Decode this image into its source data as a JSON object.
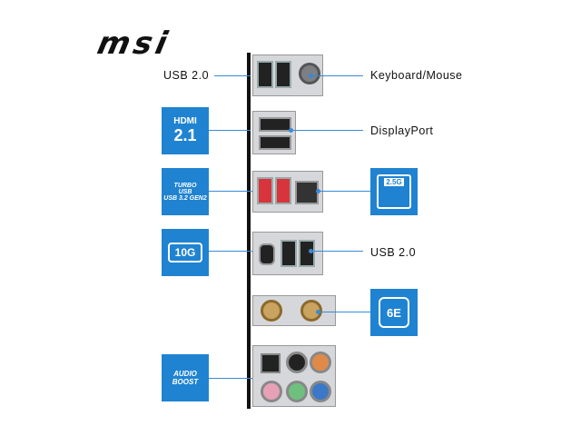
{
  "brand": {
    "logo_text": "msi"
  },
  "labels": {
    "usb20_top": "USB 2.0",
    "keyboard_mouse": "Keyboard/Mouse",
    "displayport": "DisplayPort",
    "usb20_mid": "USB 2.0"
  },
  "badges": {
    "hdmi": {
      "line1": "HDMI",
      "line2": "2.1"
    },
    "turbo_usb": {
      "line1": "TURBO",
      "line2": "USB",
      "line3": "USB 3.2 GEN2"
    },
    "lan": {
      "text": "2.5G"
    },
    "usb10g": {
      "text": "10G"
    },
    "wifi": {
      "text": "6E"
    },
    "audio": {
      "line1": "AUDIO",
      "line2": "BOOST"
    }
  },
  "colors": {
    "accent": "#1f83d1",
    "connector_line": "#3a8ad6",
    "usb_red": "#d8343b",
    "jack_pink": "#e7a1b6",
    "jack_green": "#6fc07e",
    "jack_blue": "#3c78c8",
    "jack_orange": "#e08a4a"
  }
}
